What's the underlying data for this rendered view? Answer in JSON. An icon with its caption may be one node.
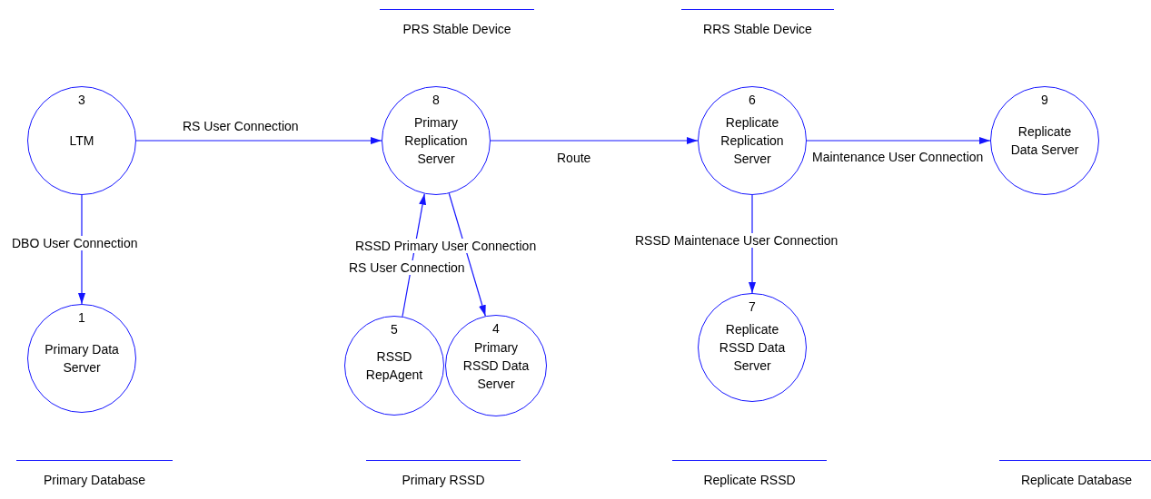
{
  "diagram": {
    "nodes": [
      {
        "text": [
          "PRS Stable Device"
        ]
      },
      {
        "text": [
          "RRS Stable Device"
        ]
      },
      {
        "text": [
          "3",
          "LTM"
        ]
      },
      {
        "text": [
          "8",
          "Primary Replication Server"
        ]
      },
      {
        "text": [
          "6",
          "Replicate Replication Server"
        ]
      },
      {
        "text": [
          "9",
          "Replicate Data Server"
        ]
      },
      {
        "text": [
          "1",
          "Primary Data Server"
        ]
      },
      {
        "text": [
          "5",
          "RSSD RepAgent"
        ]
      },
      {
        "text": [
          "4",
          "Primary RSSD Data Server"
        ]
      },
      {
        "text": [
          "7",
          "Replicate RSSD Data Server"
        ]
      },
      {
        "text": [
          "Primary Database"
        ]
      },
      {
        "text": [
          "Primary RSSD"
        ]
      },
      {
        "text": [
          "Replicate RSSD"
        ]
      },
      {
        "text": [
          "Replicate Database"
        ]
      }
    ],
    "edges": [
      {
        "from": 2,
        "to": 3,
        "arrow": "to",
        "label": "RS User Connection"
      },
      {
        "from": 3,
        "to": 4,
        "arrow": "to",
        "label": "Route"
      },
      {
        "from": 4,
        "to": 5,
        "arrow": "to",
        "label": "Maintenance User Connection"
      },
      {
        "from": 2,
        "to": 6,
        "arrow": "to",
        "label": "DBO User Connection"
      },
      {
        "from": 7,
        "to": 3,
        "arrow": "to",
        "label": "RS User Connection"
      },
      {
        "from": 3,
        "to": 8,
        "arrow": "to",
        "label": "RSSD Primary User Connection"
      },
      {
        "from": 4,
        "to": 9,
        "arrow": "to",
        "label": "RSSD Maintenace User Connection"
      }
    ]
  }
}
